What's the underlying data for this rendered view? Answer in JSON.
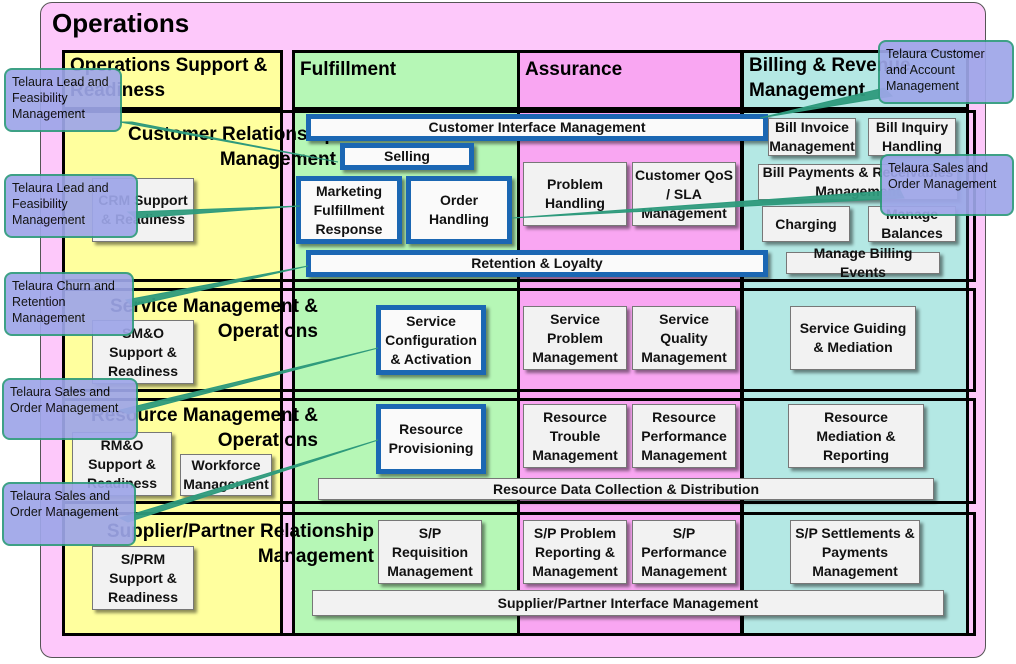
{
  "title": "Operations",
  "columns": {
    "osr": "Operations Support & Readiness",
    "fulfillment": "Fulfillment",
    "assurance": "Assurance",
    "billing": "Billing & Revenue Management"
  },
  "rows": {
    "crm": "Customer Relationship Management",
    "smo": "Service Management & Operations",
    "rmo": "Resource Management & Operations",
    "sprm": "Supplier/Partner Relationship Management"
  },
  "processes": {
    "customer_interface": "Customer Interface Management",
    "selling": "Selling",
    "marketing_fulfillment": "Marketing Fulfillment Response",
    "order_handling": "Order Handling",
    "retention_loyalty": "Retention & Loyalty",
    "problem_handling": "Problem Handling",
    "customer_qos": "Customer QoS / SLA Management",
    "bill_invoice": "Bill Invoice Management",
    "bill_inquiry": "Bill Inquiry Handling",
    "bill_payments": "Bill Payments & Receivables Management",
    "charging": "Charging",
    "manage_balances": "Manage Balances",
    "manage_billing_events": "Manage Billing Events",
    "crm_support": "CRM Support & Readiness",
    "smo_support": "SM&O Support & Readiness",
    "service_config": "Service Configuration & Activation",
    "service_problem": "Service Problem Management",
    "service_quality": "Service Quality Management",
    "service_guiding": "Service Guiding & Mediation",
    "rmo_support": "RM&O Support & Readiness",
    "workforce": "Workforce Management",
    "resource_provisioning": "Resource Provisioning",
    "resource_trouble": "Resource Trouble Management",
    "resource_performance": "Resource Performance Management",
    "resource_mediation": "Resource Mediation & Reporting",
    "resource_data": "Resource Data Collection & Distribution",
    "sprm_support": "S/PRM Support & Readiness",
    "sp_requisition": "S/P Requisition Management",
    "sp_problem": "S/P Problem Reporting & Management",
    "sp_performance": "S/P Performance Management",
    "sp_settlements": "S/P Settlements & Payments Management",
    "sp_interface": "Supplier/Partner Interface Management"
  },
  "callouts": {
    "c1": "Telaura Lead and Feasibility Management",
    "c2": "Telaura Lead and Feasibility Management",
    "c3": "Telaura Churn and Retention Management",
    "c4": "Telaura Sales and Order Management",
    "c5": "Telaura Sales and Order Management",
    "c6": "Telaura Customer and Account Management",
    "c7": "Telaura Sales and Order Management"
  },
  "colors": {
    "frame": "#fdc8fa",
    "osr": "#ffff9e",
    "fulfillment": "#b6f7b6",
    "assurance": "#f9a6f2",
    "billing": "#b4e8e4",
    "highlight_border": "#1b67b3",
    "callout_fill": "#9ea6e9",
    "callout_border": "#2e9a7c"
  }
}
